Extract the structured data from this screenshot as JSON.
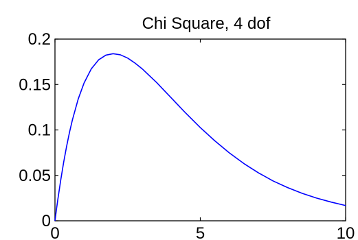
{
  "chart_data": {
    "type": "line",
    "title": "Chi Square, 4 dof",
    "xlabel": "",
    "ylabel": "",
    "xlim": [
      0,
      10
    ],
    "ylim": [
      0,
      0.2
    ],
    "grid": false,
    "xticks": [
      0,
      5,
      10
    ],
    "xtick_labels": [
      "0",
      "5",
      "10"
    ],
    "yticks": [
      0,
      0.05,
      0.1,
      0.15,
      0.2
    ],
    "ytick_labels": [
      "0",
      "0.05",
      "0.1",
      "0.15",
      "0.2"
    ],
    "series": [
      {
        "color": "#0000ff",
        "x": [
          0,
          0.05,
          0.1,
          0.2,
          0.3,
          0.4,
          0.5,
          0.6,
          0.8,
          1,
          1.25,
          1.5,
          1.75,
          2,
          2.25,
          2.5,
          2.75,
          3,
          3.5,
          4,
          4.5,
          5,
          5.5,
          6,
          6.5,
          7,
          7.5,
          8,
          8.5,
          9,
          9.5,
          10
        ],
        "y": [
          0,
          0.0122,
          0.0238,
          0.0452,
          0.0646,
          0.0819,
          0.0974,
          0.1111,
          0.1341,
          0.1516,
          0.1673,
          0.1771,
          0.1823,
          0.1839,
          0.1827,
          0.1791,
          0.1737,
          0.1673,
          0.1521,
          0.1353,
          0.1185,
          0.1026,
          0.088,
          0.0747,
          0.063,
          0.0528,
          0.0439,
          0.0366,
          0.0303,
          0.025,
          0.0206,
          0.0168
        ]
      }
    ]
  }
}
